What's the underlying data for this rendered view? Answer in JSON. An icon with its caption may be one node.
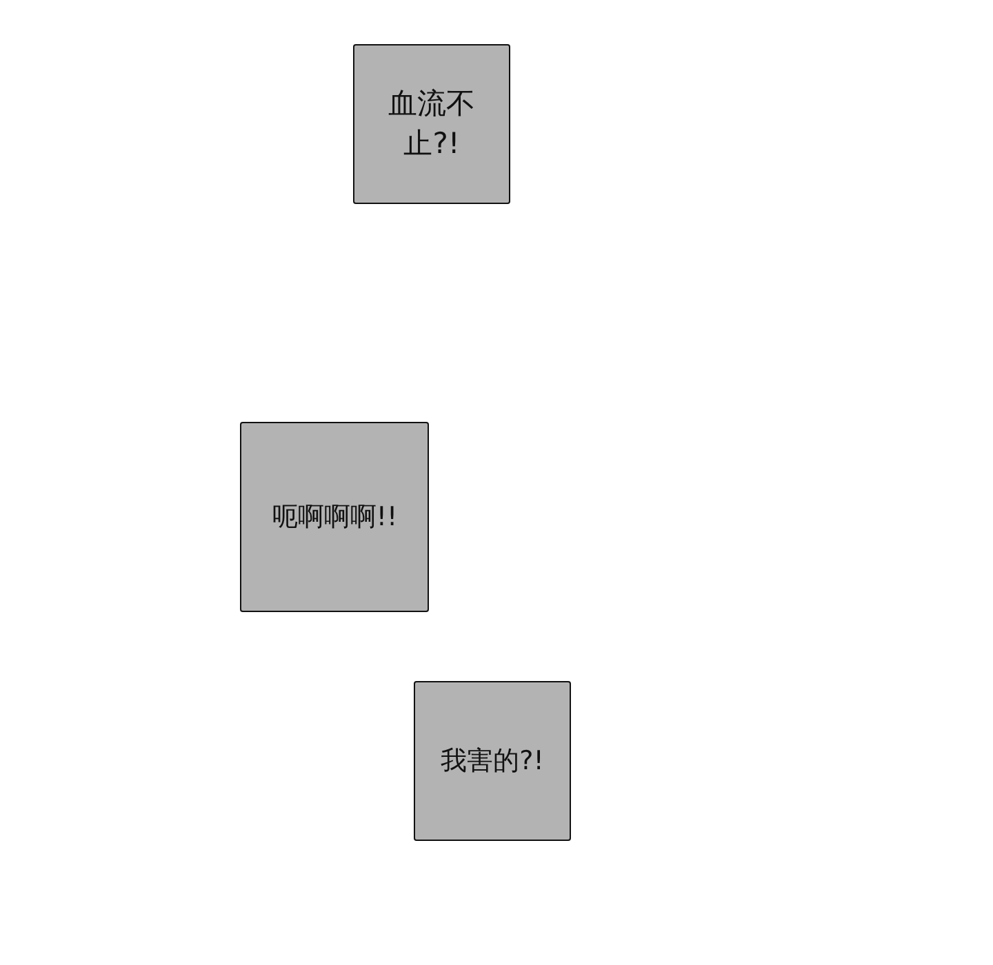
{
  "diagram": {
    "nodes": [
      {
        "text": [
          "血流不止?!"
        ]
      },
      {
        "text": [
          "呃啊啊啊!!"
        ]
      },
      {
        "text": [
          "我害的?!"
        ]
      }
    ]
  }
}
